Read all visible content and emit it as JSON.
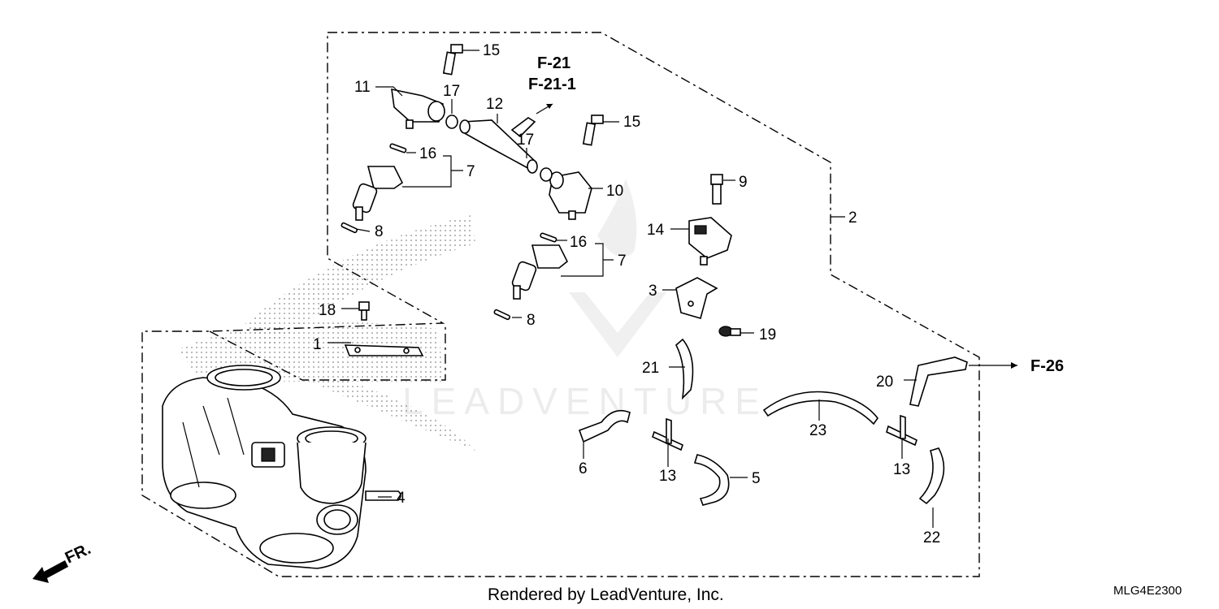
{
  "callouts": {
    "c1": "1",
    "c2": "2",
    "c3": "3",
    "c4": "4",
    "c5": "5",
    "c6": "6",
    "c7a": "7",
    "c7b": "7",
    "c8a": "8",
    "c8b": "8",
    "c9": "9",
    "c10": "10",
    "c11": "11",
    "c12": "12",
    "c13a": "13",
    "c13b": "13",
    "c14": "14",
    "c15a": "15",
    "c15b": "15",
    "c16a": "16",
    "c16b": "16",
    "c17a": "17",
    "c17b": "17",
    "c18": "18",
    "c19": "19",
    "c20": "20",
    "c21": "21",
    "c22": "22",
    "c23": "23"
  },
  "references": {
    "f21": "F-21",
    "f21_1": "F-21-1",
    "f26": "F-26"
  },
  "direction_label": "FR.",
  "watermark": "LEADVENTURE",
  "footer": "Rendered by LeadVenture, Inc.",
  "diagram_code": "MLG4E2300"
}
